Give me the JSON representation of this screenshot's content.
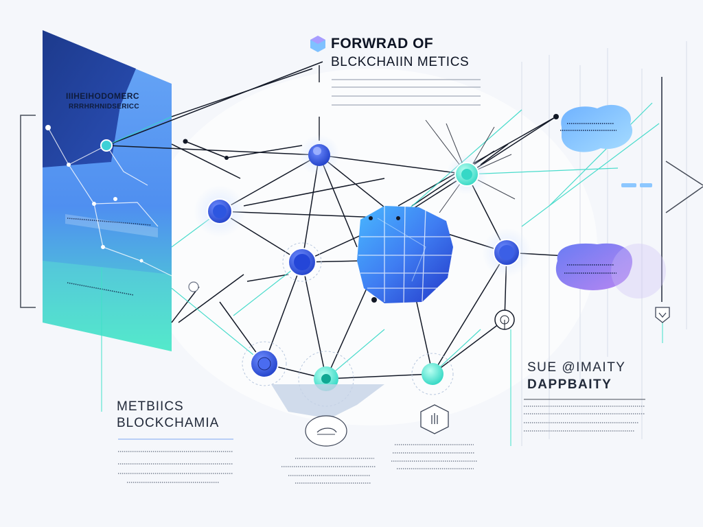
{
  "header": {
    "line1": "FORWRAD OF",
    "line2": "BLCKCHAIIN METICS"
  },
  "panel": {
    "heading_line1": "IIIHEIHODOMERC",
    "heading_line2": "RRRHRHNIDSERICC"
  },
  "left_block": {
    "line1": "METBIICS",
    "line2": "BLOCKCHAMIA"
  },
  "right_block": {
    "line1": "SUE @IMAITY",
    "line2": "DAPPBAITY"
  },
  "colors": {
    "deep_blue": "#1e3a8a",
    "royal_blue": "#2f55d4",
    "sky_blue": "#5aa9f2",
    "teal": "#3ee0c8",
    "violet": "#8a6cf0",
    "line": "#121826"
  },
  "icons": [
    "brand-hex-icon",
    "shield-icon",
    "hand-icon",
    "blockchain-brain-icon"
  ]
}
